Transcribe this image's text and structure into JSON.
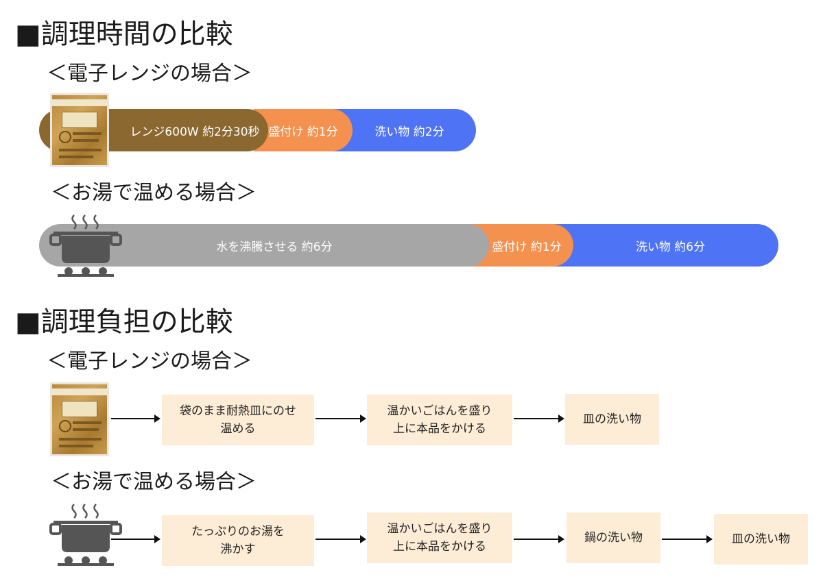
{
  "time_section": {
    "title": "■調理時間の比較",
    "microwave": {
      "subtitle": "＜電子レンジの場合＞",
      "segments": [
        "レンジ600W 約2分30秒",
        "盛付け 約1分",
        "洗い物 約2分"
      ]
    },
    "boil": {
      "subtitle": "＜お湯で温める場合＞",
      "segments": [
        "水を沸騰させる 約6分",
        "盛付け 約1分",
        "洗い物 約6分"
      ]
    }
  },
  "burden_section": {
    "title": "■調理負担の比較",
    "microwave": {
      "subtitle": "＜電子レンジの場合＞",
      "steps": [
        "袋のまま耐熱皿にのせ\n温める",
        "温かいごはんを盛り\n上に本品をかける",
        "皿の洗い物"
      ]
    },
    "boil": {
      "subtitle": "＜お湯で温める場合＞",
      "steps": [
        "たっぷりのお湯を\n沸かす",
        "温かいごはんを盛り\n上に本品をかける",
        "鍋の洗い物",
        "皿の洗い物"
      ]
    }
  },
  "colors": {
    "microwave_time": "#8a6830",
    "boil_time": "#a6a6a6",
    "serve": "#f5914e",
    "wash": "#4f73f5",
    "step_box": "#fdecd6"
  },
  "icons": [
    "retort-pouch-icon",
    "pot-on-stove-icon"
  ]
}
